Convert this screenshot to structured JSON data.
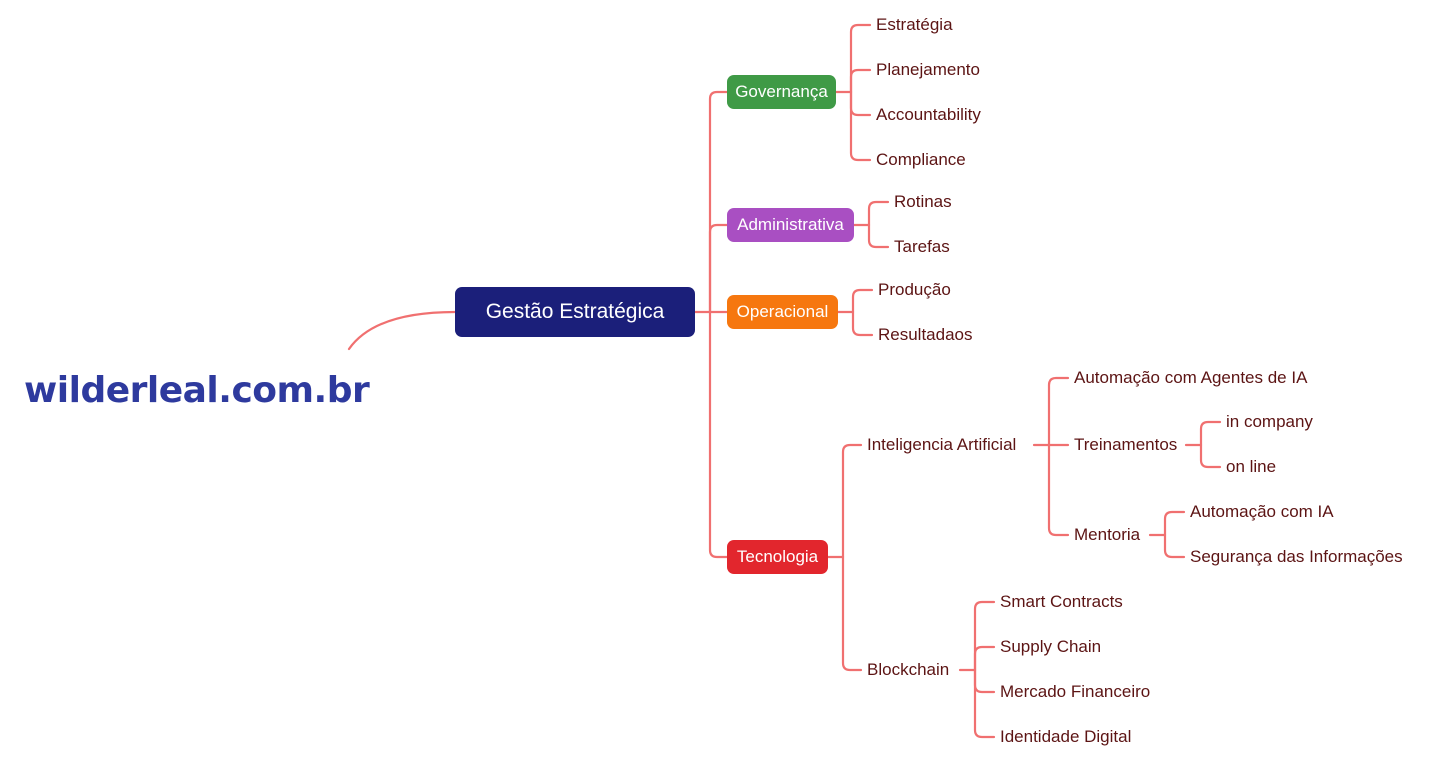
{
  "brand": "wilderleal.com.br",
  "root": "Gestão Estratégica",
  "colors": {
    "connector": "#f07070",
    "root": "#1b1f7a",
    "brand": "#2e3a9e",
    "governanca": "#3f9a46",
    "administrativa": "#a94fc2",
    "operacional": "#f6770f",
    "tecnologia": "#e2262d",
    "leaf_text": "#5c1414"
  },
  "branches": {
    "governanca": {
      "label": "Governança",
      "children": [
        "Estratégia",
        "Planejamento",
        "Accountability",
        "Compliance"
      ]
    },
    "administrativa": {
      "label": "Administrativa",
      "children": [
        "Rotinas",
        "Tarefas"
      ]
    },
    "operacional": {
      "label": "Operacional",
      "children": [
        "Produção",
        "Resultadaos"
      ]
    },
    "tecnologia": {
      "label": "Tecnologia",
      "ia": {
        "label": "Inteligencia Artificial",
        "automacao": "Automação com Agentes de IA",
        "treinamentos": {
          "label": "Treinamentos",
          "children": [
            "in company",
            "on line"
          ]
        },
        "mentoria": {
          "label": "Mentoria",
          "children": [
            "Automação com IA",
            "Segurança das Informações"
          ]
        }
      },
      "blockchain": {
        "label": "Blockchain",
        "children": [
          "Smart Contracts",
          "Supply Chain",
          "Mercado Financeiro",
          "Identidade Digital"
        ]
      }
    }
  }
}
